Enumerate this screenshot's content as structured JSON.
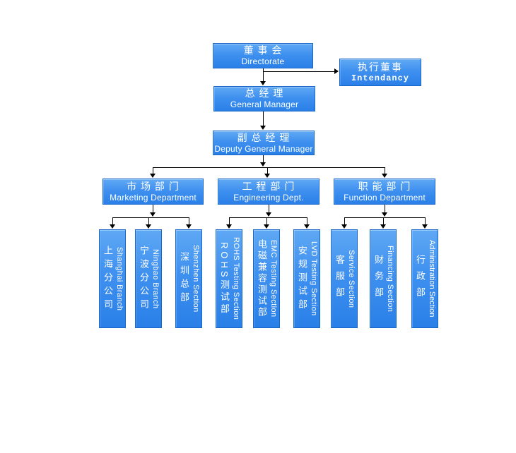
{
  "diagram_type": "organization-chart",
  "colors": {
    "box_fill_top": "#60a9f4",
    "box_fill_bottom": "#2a80e8",
    "box_border": "#1766c8",
    "text": "#ffffff",
    "connector": "#000000",
    "background": "#ffffff"
  },
  "nodes": {
    "directorate": {
      "zh": "董 事 会",
      "en": "Directorate"
    },
    "intendancy": {
      "zh": "执行董事",
      "en": "Intendancy"
    },
    "general_manager": {
      "zh": "总 经 理",
      "en": "General Manager"
    },
    "deputy_general_manager": {
      "zh": "副 总 经 理",
      "en": "Deputy General Manager"
    },
    "marketing_department": {
      "zh": "市 场 部 门",
      "en": "Marketing Department"
    },
    "engineering_dept": {
      "zh": "工 程 部 门",
      "en": "Engineering Dept."
    },
    "function_department": {
      "zh": "职 能 部 门",
      "en": "Function Department"
    },
    "shanghai_branch": {
      "zh": "上海分公司",
      "en": "Shanghai Branch"
    },
    "ningbao_branch": {
      "zh": "宁波分公司",
      "en": "Ningbao Branch"
    },
    "shenzhen_section": {
      "zh": "深圳总部",
      "en": "Shenzhen Section"
    },
    "rohs_testing_section": {
      "zh": "ROHS测试部",
      "en": "ROHS Testing Section"
    },
    "emc_testing_section": {
      "zh": "电磁兼容测试部",
      "en": "EMC Testing Section"
    },
    "lvd_testing_section": {
      "zh": "安规测试部",
      "en": "LVD Testing Section"
    },
    "service_section": {
      "zh": "客服部",
      "en": "Service Section"
    },
    "financing_section": {
      "zh": "财务部",
      "en": "Financing Section"
    },
    "administration_section": {
      "zh": "行政部",
      "en": "Administration Section"
    }
  },
  "hierarchy": {
    "directorate": [
      "intendancy",
      "general_manager"
    ],
    "general_manager": [
      "deputy_general_manager"
    ],
    "deputy_general_manager": [
      "marketing_department",
      "engineering_dept",
      "function_department"
    ],
    "marketing_department": [
      "shanghai_branch",
      "ningbao_branch",
      "shenzhen_section"
    ],
    "engineering_dept": [
      "rohs_testing_section",
      "emc_testing_section",
      "lvd_testing_section"
    ],
    "function_department": [
      "service_section",
      "financing_section",
      "administration_section"
    ]
  }
}
